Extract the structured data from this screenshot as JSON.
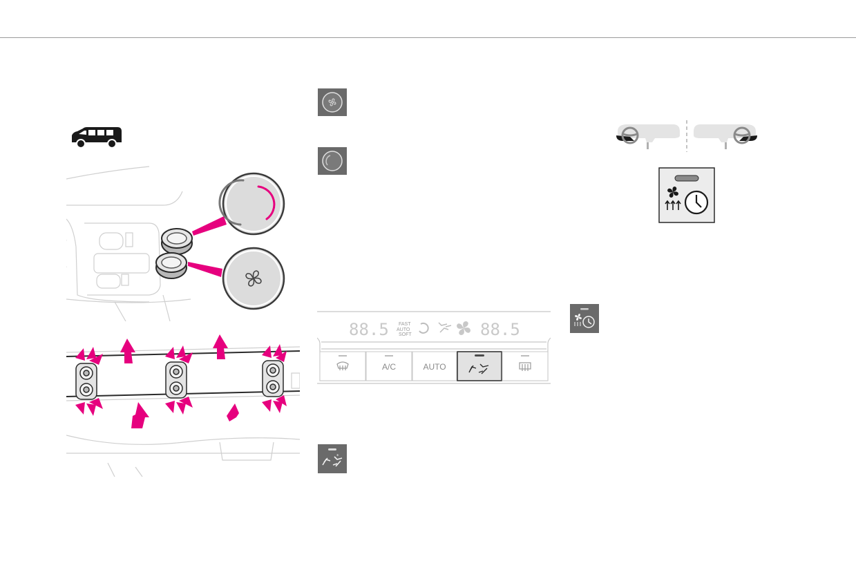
{
  "colors": {
    "accent": "#e6007e",
    "icon_tile": "#6a6a6a",
    "panel_line": "#c8c8c8",
    "rule": "#9a9a9a"
  },
  "panel": {
    "display": {
      "left_temp": "88.5",
      "right_temp": "88.5",
      "mode_fast": "FAST",
      "mode_auto": "AUTO",
      "mode_soft": "SOFT"
    },
    "buttons": [
      {
        "name": "front-demist-button",
        "label": "",
        "icon": "front-defrost-icon"
      },
      {
        "name": "ac-button",
        "label": "A/C",
        "icon": ""
      },
      {
        "name": "auto-button",
        "label": "AUTO",
        "icon": ""
      },
      {
        "name": "rear-air-button",
        "label": "",
        "icon": "rear-air-distribution-icon",
        "selected": true
      },
      {
        "name": "rear-demist-button",
        "label": "",
        "icon": "rear-defrost-icon"
      }
    ]
  },
  "icons": {
    "fan_knob_tile": "fan-knob-icon",
    "temp_knob_tile": "temperature-knob-icon",
    "rear_air_tile": "rear-air-distribution-icon",
    "ventilation_timer_tile": "fan-timer-icon",
    "vehicle": "van-icon"
  }
}
